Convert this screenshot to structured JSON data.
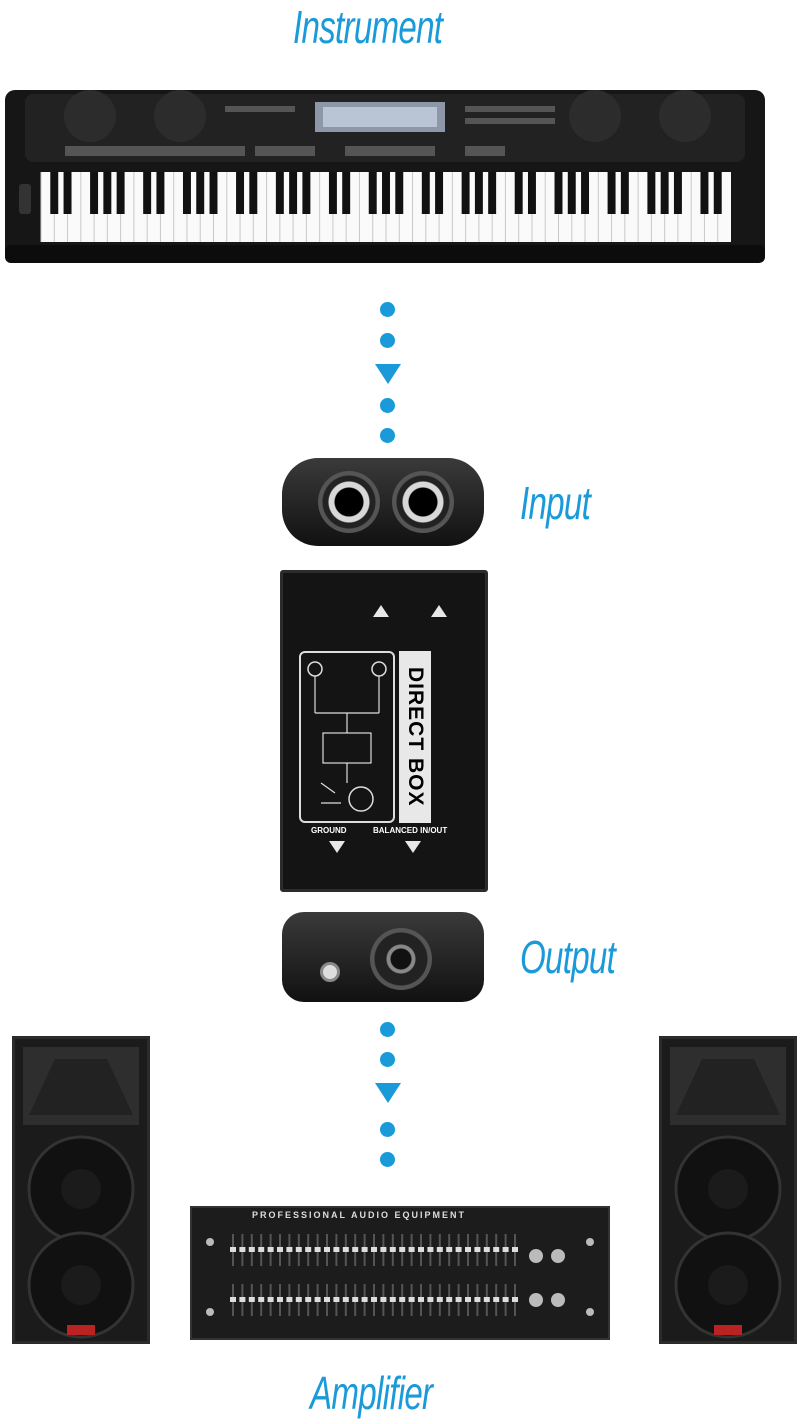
{
  "labels": {
    "instrument": "Instrument",
    "input": "Input",
    "output": "Output",
    "amplifier": "Amplifier"
  },
  "di_box": {
    "title": "DIRECT BOX",
    "ground_label": "GROUND",
    "balanced_label": "BALANCED IN/OUT"
  },
  "equalizer": {
    "panel_title": "PROFESSIONAL AUDIO EQUIPMENT"
  },
  "colors": {
    "accent": "#1a9ad9"
  }
}
